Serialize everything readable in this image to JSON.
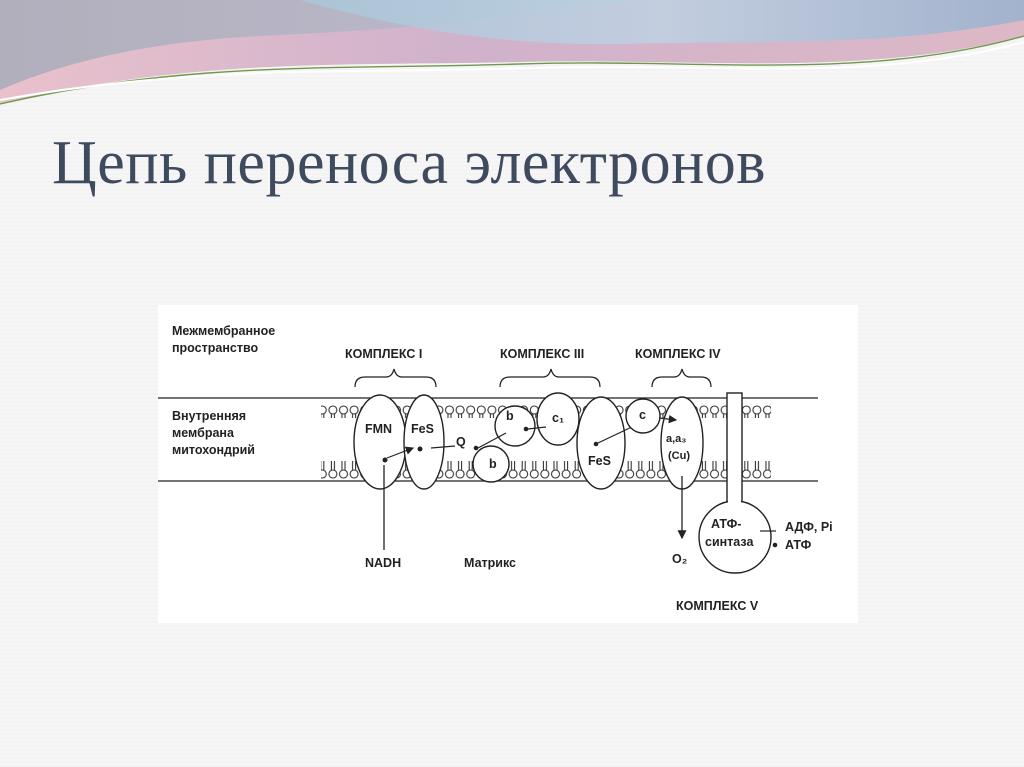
{
  "slide": {
    "title": "Цепь переноса электронов"
  },
  "diagram": {
    "regions": {
      "intermembrane_line1": "Межмембранное",
      "intermembrane_line2": "пространство",
      "membrane_line1": "Внутренняя",
      "membrane_line2": "мембрана",
      "membrane_line3": "митохондрий",
      "matrix": "Матрикс"
    },
    "complexes": {
      "c1": "КОМПЛЕКС I",
      "c3": "КОМПЛЕКС III",
      "c4": "КОМПЛЕКС IV",
      "c5": "КОМПЛЕКС V"
    },
    "components": {
      "fmn": "FMN",
      "fes1": "FeS",
      "q": "Q",
      "b_top": "b",
      "b_bottom": "b",
      "c1": "c₁",
      "fes3": "FeS",
      "c": "c",
      "a_a3": "a,a₃",
      "cu": "(Cu)",
      "atp_synthase_line1": "АТФ-",
      "atp_synthase_line2": "синтаза"
    },
    "substrates": {
      "nadh": "NADH",
      "o2": "O₂",
      "adp_pi": "АДФ, Pi",
      "atp": "АТФ"
    }
  }
}
